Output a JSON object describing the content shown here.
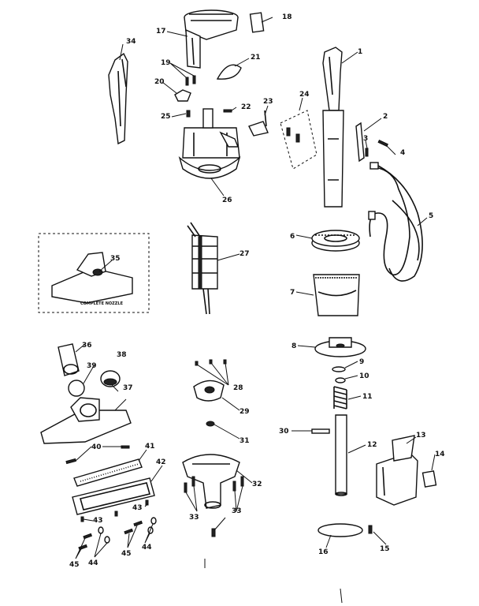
{
  "diagram": {
    "callouts": [
      "1",
      "2",
      "3",
      "4",
      "5",
      "6",
      "7",
      "8",
      "9",
      "10",
      "11",
      "12",
      "13",
      "14",
      "15",
      "16",
      "17",
      "18",
      "19",
      "20",
      "21",
      "22",
      "23",
      "24",
      "25",
      "26",
      "27",
      "28",
      "29",
      "30",
      "31",
      "32",
      "33",
      "34",
      "35",
      "36",
      "37",
      "38",
      "39",
      "40",
      "41",
      "42",
      "43",
      "44",
      "45"
    ],
    "inset_label": "COMPLETE NOZZLE"
  }
}
